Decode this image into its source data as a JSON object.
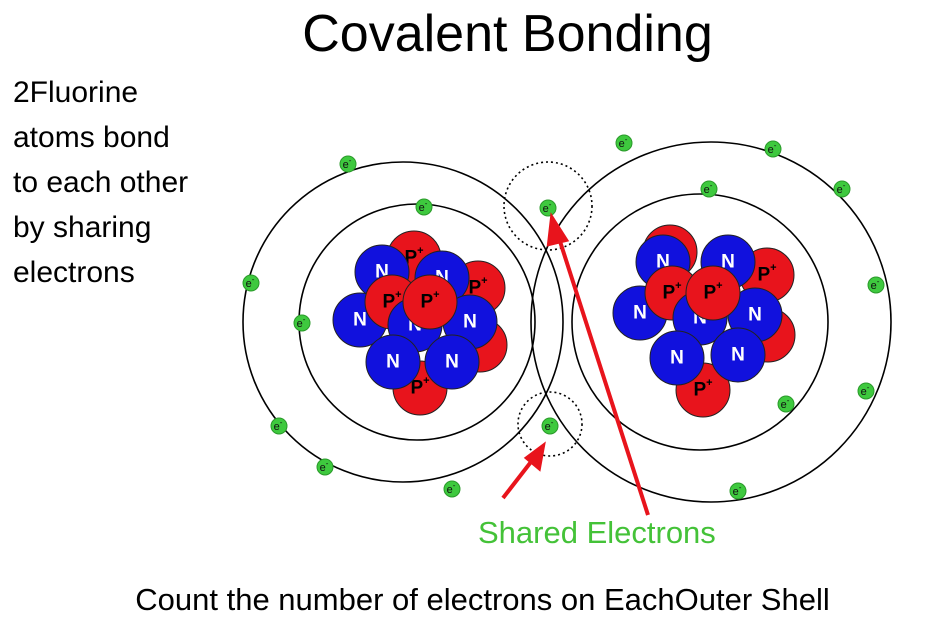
{
  "title": "Covalent Bonding",
  "description": [
    "2Fluorine",
    "atoms bond",
    "to each other",
    "by sharing",
    "electrons"
  ],
  "shared_label": "Shared Electrons",
  "caption": "Count the number of electrons on EachOuter Shell",
  "labels": {
    "neutron": "N",
    "proton": "P",
    "proton_sup": "+",
    "electron": "e",
    "electron_sup": "-"
  },
  "colors": {
    "neutron": "#1111dd",
    "proton": "#e8141c",
    "electron": "#3ec93e",
    "arrow": "#e8141c",
    "shared_text": "#44c238"
  }
}
